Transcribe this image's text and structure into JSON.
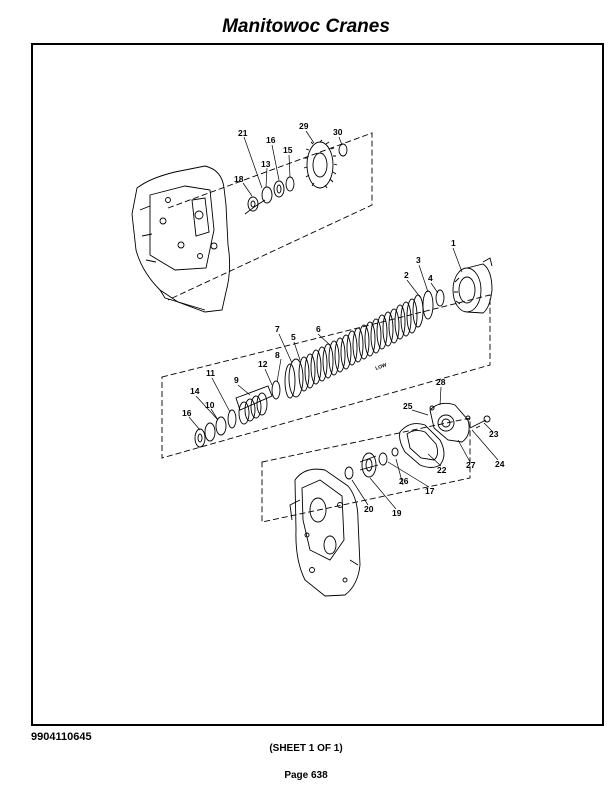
{
  "header": {
    "title": "Manitowoc Cranes"
  },
  "footer": {
    "doc_number": "9904110645",
    "sheet": "(SHEET 1 OF 1)",
    "page": "Page 638"
  },
  "diagram": {
    "stamp_text": "LOW",
    "callouts": [
      "1",
      "2",
      "3",
      "4",
      "5",
      "6",
      "7",
      "8",
      "9",
      "10",
      "11",
      "12",
      "13",
      "14",
      "15",
      "16",
      "16",
      "17",
      "18",
      "19",
      "20",
      "21",
      "22",
      "23",
      "24",
      "25",
      "26",
      "27",
      "28",
      "29",
      "30"
    ]
  }
}
